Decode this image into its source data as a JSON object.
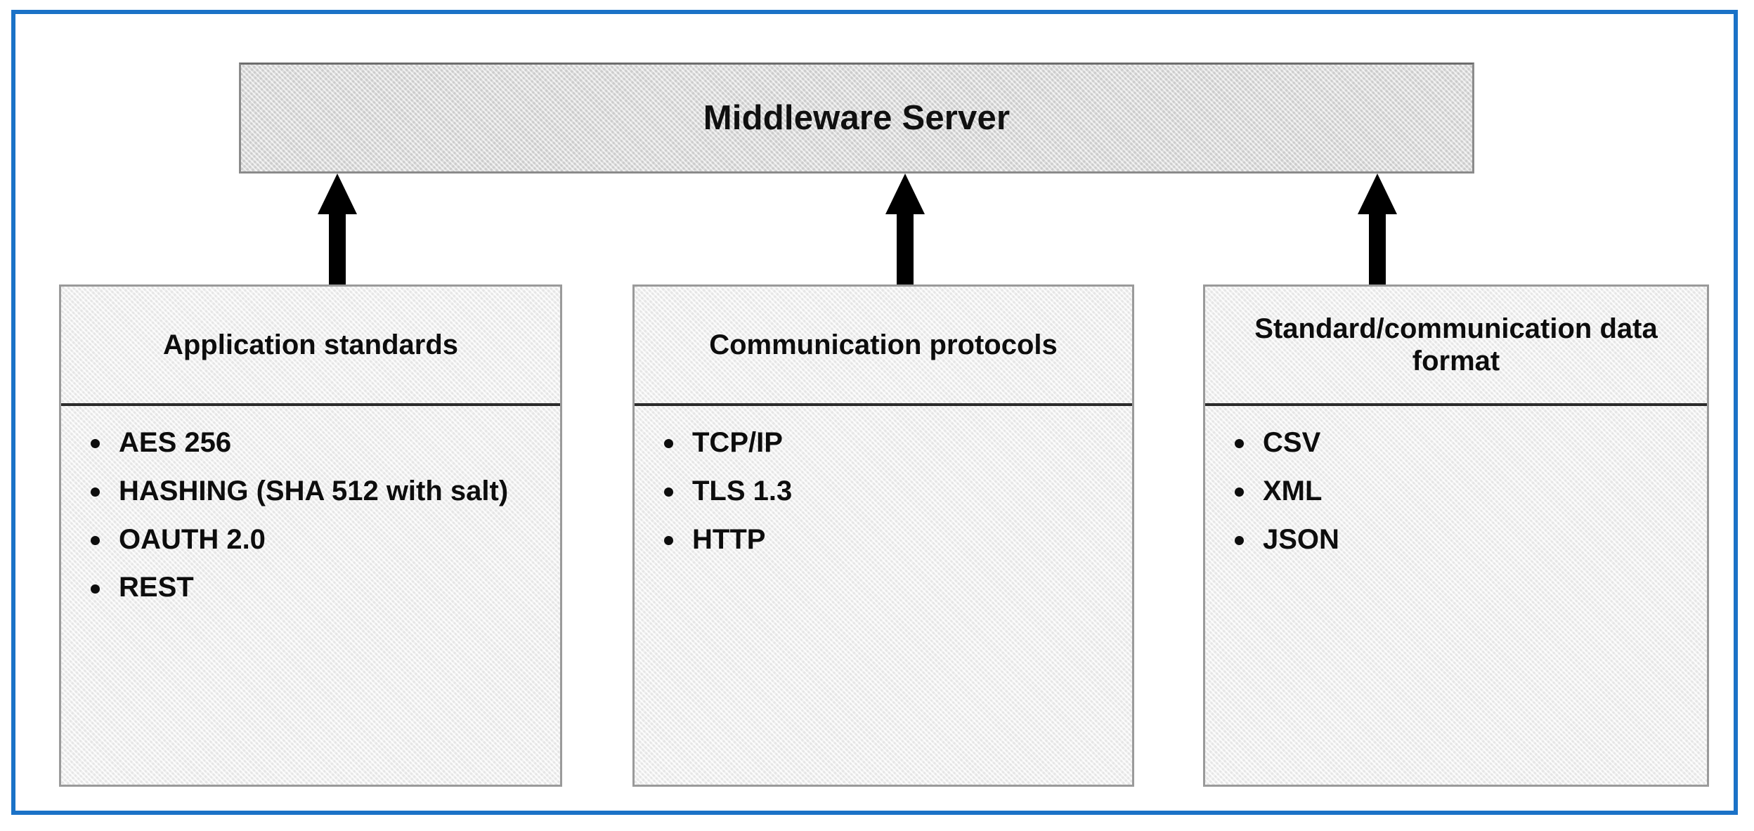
{
  "frame": {
    "border_color": "#1b72c7"
  },
  "middleware": {
    "title": "Middleware Server",
    "fill_color": "#dedede",
    "border_color": "#8b8b8b"
  },
  "arrows": {
    "color": "#000000",
    "direction": "up",
    "count": 3,
    "label": "connector-arrow"
  },
  "columns": [
    {
      "title": "Application standards",
      "items": [
        "AES 256",
        "HASHING (SHA 512 with salt)",
        "OAUTH 2.0",
        "REST"
      ]
    },
    {
      "title": "Communication protocols",
      "items": [
        "TCP/IP",
        "TLS 1.3",
        "HTTP"
      ]
    },
    {
      "title": "Standard/communication data format",
      "items": [
        "CSV",
        "XML",
        "JSON"
      ]
    }
  ],
  "style": {
    "column_fill": "#f1f1f1",
    "column_border": "#9a9a9a",
    "divider_color": "#2b2b2b",
    "text_color": "#0d0d0d"
  }
}
